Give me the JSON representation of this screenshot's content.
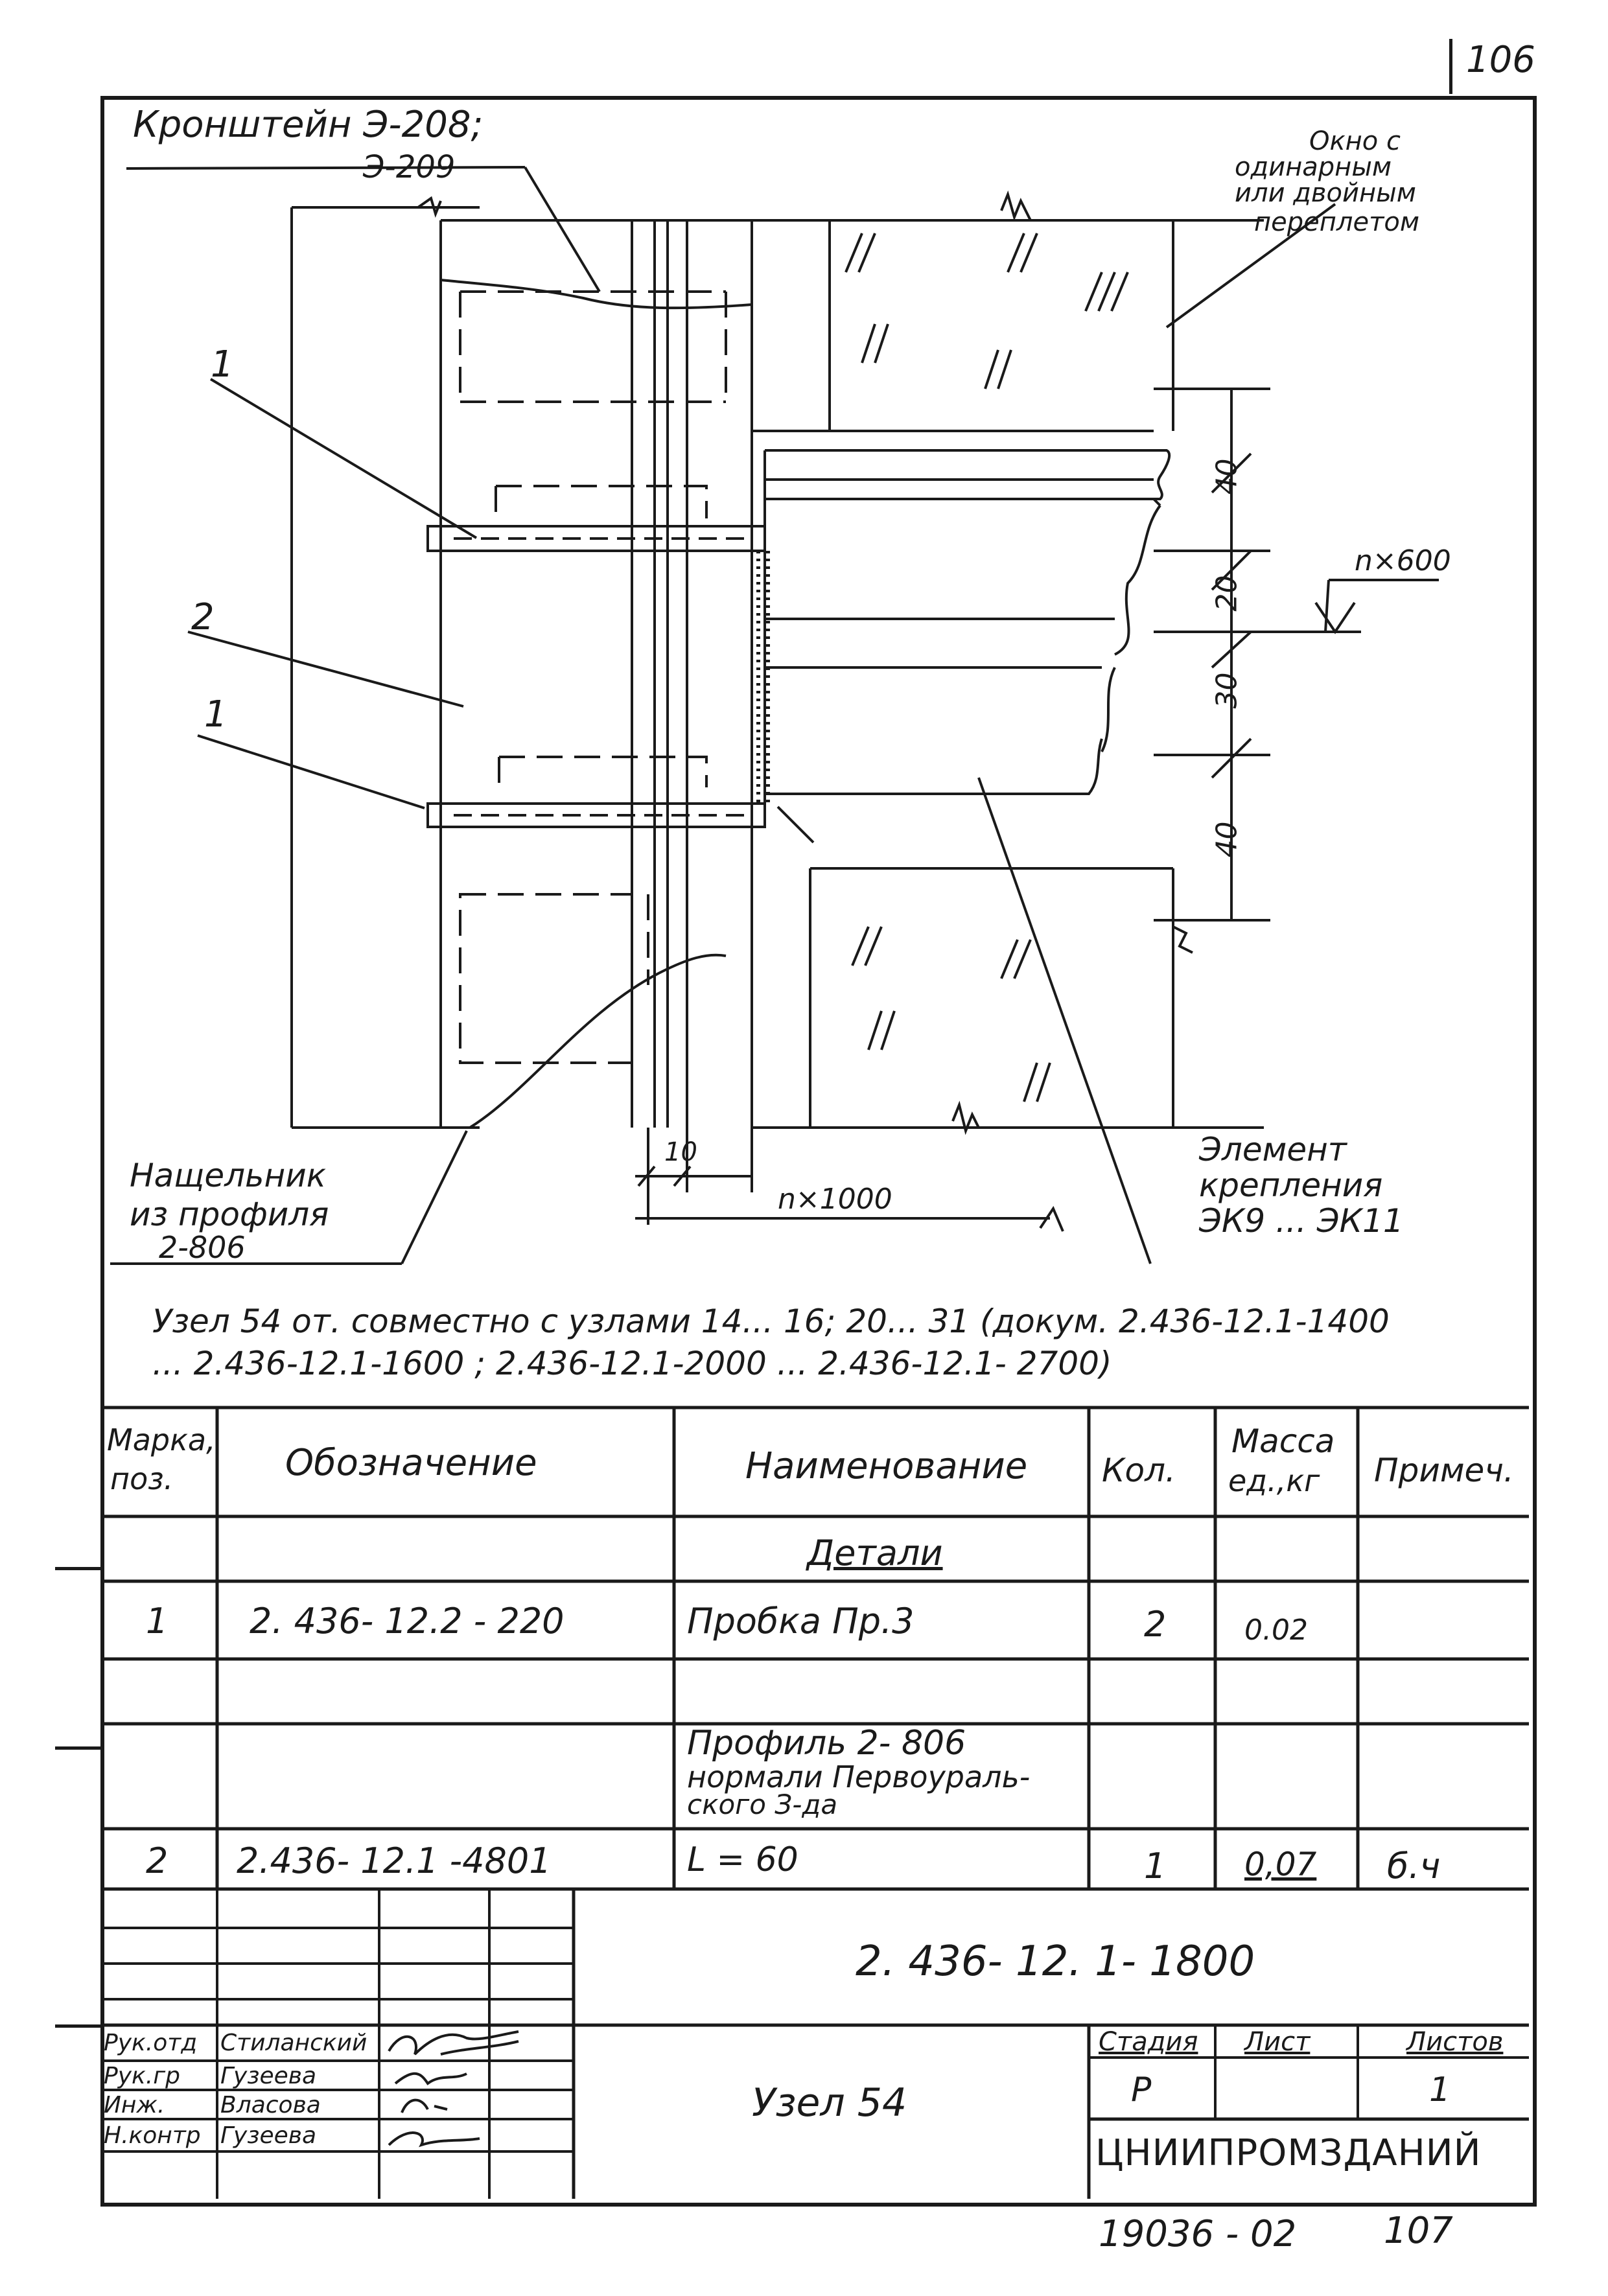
{
  "sheet": {
    "page_number": "106",
    "footer_left": "19036 - 02",
    "footer_right": "107"
  },
  "drawing": {
    "bracket_label_1": "Кронштейн  Э-208;",
    "bracket_label_2": "Э-209",
    "window_label": [
      "Окно с",
      "одинарным",
      "или двойным",
      "переплетом"
    ],
    "pos_1_top": "1",
    "pos_2": "2",
    "pos_1_bottom": "1",
    "dim_40_top": "40",
    "dim_20": "20",
    "dim_30": "30",
    "dim_40_bottom": "40",
    "dim_n600": "n×600",
    "dim_10": "10",
    "dim_n1000": "n×1000",
    "trim_label": [
      "Нащельник",
      "из профиля",
      "2-806"
    ],
    "fastener_label": [
      "Элемент",
      "крепления",
      "ЭК9 ... ЭК11"
    ]
  },
  "note": {
    "line1": "Узел 54 от. совместно с узлами  14... 16;  20...  31 (докум. 2.436-12.1-1400",
    "line2": "... 2.436-12.1-1600 ;  2.436-12.1-2000 ...  2.436-12.1-  2700)"
  },
  "spec_table": {
    "headers": {
      "mark": [
        "Марка,",
        "поз."
      ],
      "designation": "Обозначение",
      "name": "Наименование",
      "qty": "Кол.",
      "mass": [
        "Масса",
        "ед.,кг"
      ],
      "note": "Примеч."
    },
    "section_title": "Детали",
    "rows": [
      {
        "mark": "1",
        "designation": "2. 436- 12.2 - 220",
        "name": "Пробка   Пр.3",
        "qty": "2",
        "mass": "0.02",
        "note": ""
      },
      {
        "mark": "",
        "designation": "",
        "name": "",
        "qty": "",
        "mass": "",
        "note": ""
      },
      {
        "mark": "",
        "designation": "",
        "name": "Профиль    2- 806",
        "qty": "",
        "mass": "",
        "note": ""
      },
      {
        "mark": "",
        "designation": "",
        "name": "нормали  Первоураль-",
        "qty": "",
        "mass": "",
        "note": ""
      },
      {
        "mark": "",
        "designation": "",
        "name": "ского  З-да",
        "qty": "",
        "mass": "",
        "note": ""
      },
      {
        "mark": "2",
        "designation": "2.436- 12.1 -4801",
        "name": "L = 60",
        "qty": "1",
        "mass": "0,07",
        "note": "б.ч"
      }
    ]
  },
  "title_block": {
    "document_code": "2. 436- 12. 1- 1800",
    "drawing_title": "Узел  54",
    "stage_header": "Стадия",
    "sheet_header": "Лист",
    "sheets_header": "Листов",
    "stage_value": "Р",
    "sheet_value": "",
    "sheets_value": "1",
    "organization": "ЦНИИПРОМЗДАНИЙ",
    "staff": [
      {
        "role": "Рук.отд",
        "name": "Стиланский"
      },
      {
        "role": "Рук.гр",
        "name": "Гузеева"
      },
      {
        "role": "Инж.",
        "name": "Власова"
      },
      {
        "role": "Н.контр",
        "name": "Гузеева"
      }
    ]
  }
}
